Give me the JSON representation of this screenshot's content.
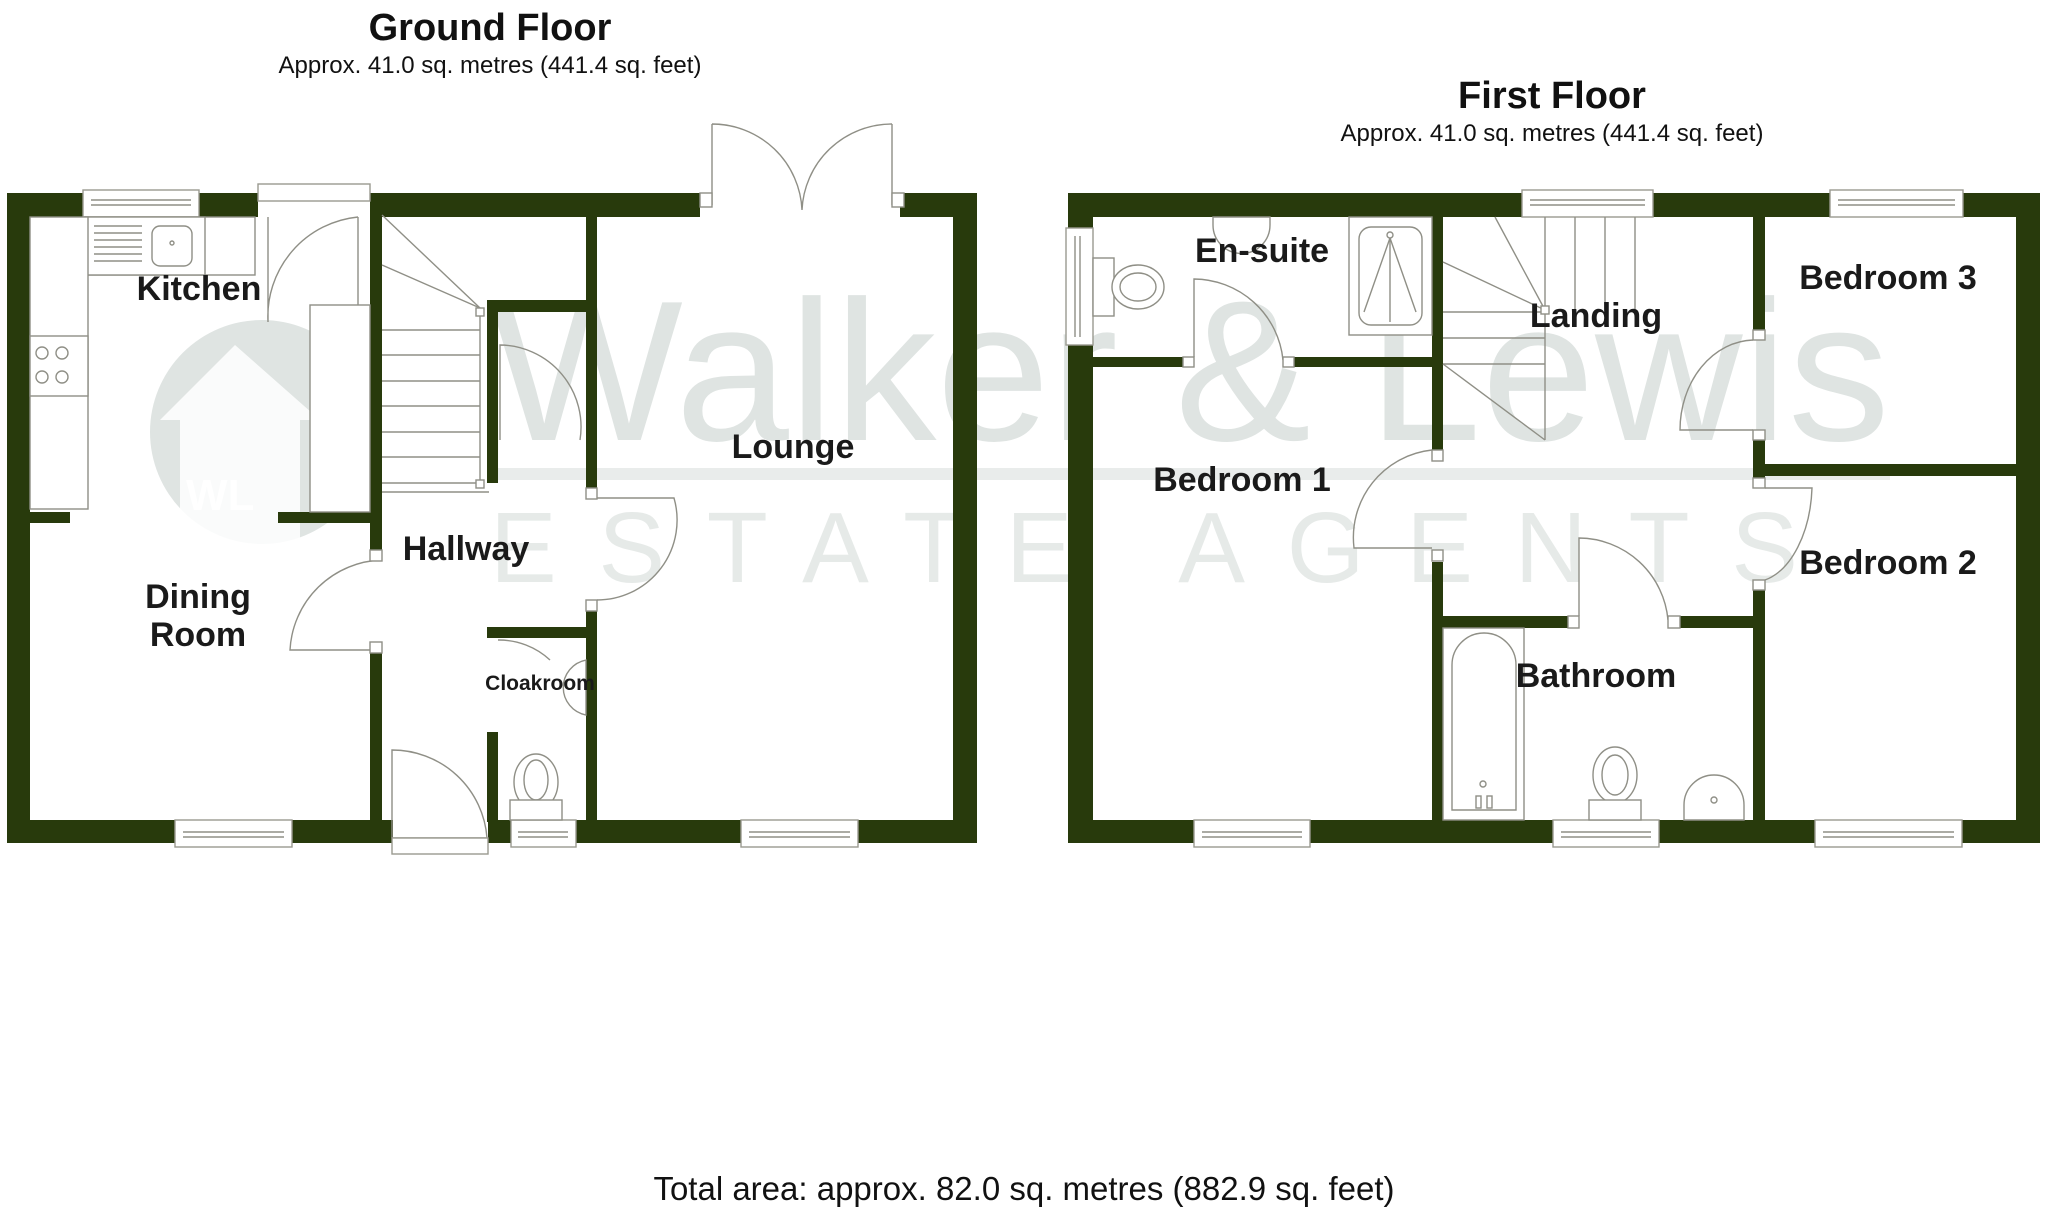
{
  "watermark": {
    "brand": "Walker & Lewis",
    "tagline": "ESTATE AGENTS",
    "logo_initials": "WL",
    "color": "#dfe4e2"
  },
  "colors": {
    "wall": "#283a0c",
    "fixture_line": "#8f8f86",
    "text": "#111111"
  },
  "ground_floor": {
    "title": "Ground Floor",
    "area": "Approx. 41.0 sq. metres (441.4 sq. feet)",
    "rooms": {
      "kitchen": "Kitchen",
      "dining_room_line1": "Dining",
      "dining_room_line2": "Room",
      "hallway": "Hallway",
      "cloakroom": "Cloakroom",
      "lounge": "Lounge"
    }
  },
  "first_floor": {
    "title": "First Floor",
    "area": "Approx. 41.0 sq. metres (441.4 sq. feet)",
    "rooms": {
      "en_suite": "En-suite",
      "landing": "Landing",
      "bedroom_1": "Bedroom 1",
      "bedroom_2": "Bedroom 2",
      "bedroom_3": "Bedroom 3",
      "bathroom": "Bathroom"
    }
  },
  "footer": {
    "total_area": "Total area: approx. 82.0 sq. metres (882.9 sq. feet)"
  }
}
